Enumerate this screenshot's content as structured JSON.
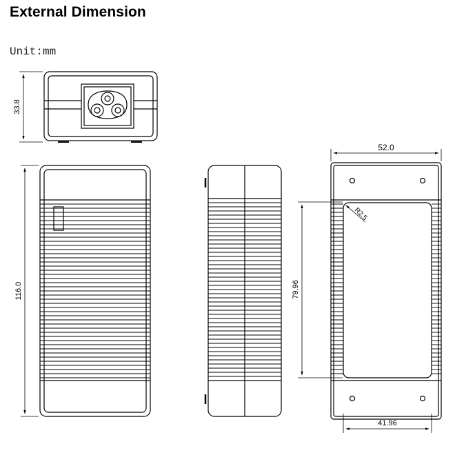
{
  "header": {
    "title": "External Dimension",
    "unit_label": "Unit:mm"
  },
  "dimensions": {
    "height_top_view": "33.8",
    "length": "116.0",
    "width": "52.0",
    "bracket_hole_spacing": "79.96",
    "inner_width": "41.96",
    "corner_radius": "R2.5"
  },
  "style": {
    "line_color": "#000000",
    "background": "#ffffff"
  },
  "icons": {
    "ac_inlet": "c6-three-pin-inlet"
  }
}
